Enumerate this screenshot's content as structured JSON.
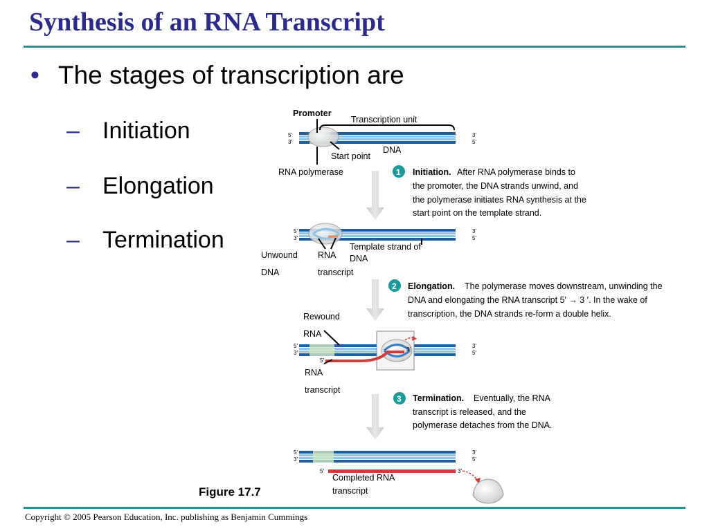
{
  "title": "Synthesis of an RNA Transcript",
  "bullet": "The stages of transcription are",
  "stages": [
    "Initiation",
    "Elongation",
    "Termination"
  ],
  "figure": {
    "caption": "Figure 17.7",
    "labels": {
      "promoter": "Promoter",
      "transcription_unit": "Transcription unit",
      "start_point": "Start point",
      "dna": "DNA",
      "rna_polymerase": "RNA polymerase",
      "unwound_1": "Unwound",
      "unwound_2": "DNA",
      "rna_1": "RNA",
      "rna_2": "transcript",
      "template_1": "Template strand of",
      "template_2": "DNA",
      "rewound_1": "Rewound",
      "rewound_2": "RNA",
      "rna2_1": "RNA",
      "rna2_2": "transcript",
      "completed_1": "Completed RNA",
      "completed_2": "transcript",
      "five_prime": "5′",
      "three_prime": "3′"
    },
    "steps": [
      {
        "num": "1",
        "lines": [
          "After RNA polymerase binds to",
          "the promoter, the DNA strands unwind, and",
          "the polymerase initiates RNA synthesis at the",
          "start point on the template strand."
        ],
        "head": "Initiation."
      },
      {
        "num": "2",
        "lines": [
          "The polymerase moves downstream, unwinding the",
          "DNA and elongating the RNA transcript 5′ → 3 ′.  In the wake of",
          "transcription, the DNA strands re-form a double helix."
        ],
        "head": "Elongation."
      },
      {
        "num": "3",
        "lines": [
          "Eventually, the RNA",
          "transcript is released, and the",
          "polymerase detaches from the DNA."
        ],
        "head": "Termination."
      }
    ]
  },
  "copyright": "Copyright © 2005 Pearson Education, Inc. publishing as Benjamin Cummings",
  "colors": {
    "title": "#2b2b8c",
    "rule": "#2f8f8f",
    "dna_dark": "#1f5fa0",
    "dna_light": "#8ec3e6",
    "rna": "#d23a3a",
    "step": "#1a9a9a"
  }
}
